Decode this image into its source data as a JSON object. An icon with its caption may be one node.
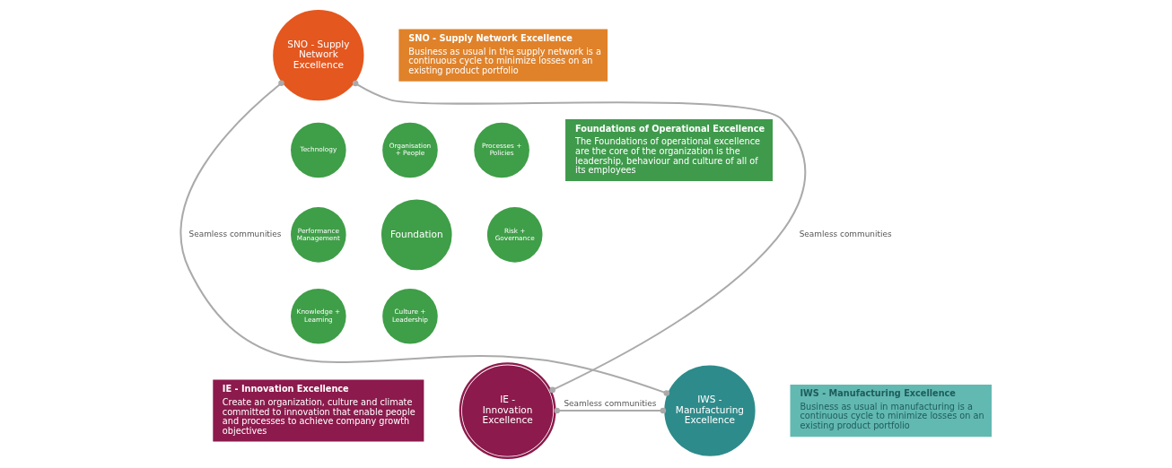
{
  "diagram": {
    "nodes": [
      {
        "text": [
          "SNO - Supply Network Excellence"
        ]
      },
      {
        "text": [
          "SNO - Supply Network Excellence",
          "Business as usual in the supply network is a continuous cycle to minimize losses on an existing product portfolio"
        ]
      },
      {
        "text": [
          "Foundations of Operational Excellence",
          "The Foundations of operational excellence are the core of the organization is the leadership, behaviour and culture of all of its employees"
        ]
      },
      {
        "text": [
          "IE - Innovation Excellence",
          "Create an organization, culture and climate committed to innovation that enable people and processes to achieve company growth objectives"
        ]
      },
      {
        "text": [
          "IE - Innovation Excellence"
        ]
      },
      {
        "text": [
          "IWS - Manufacturing Excellence"
        ]
      },
      {
        "text": [
          "IWS - Manufacturing Excellence",
          "Business as usual in manufacturing is a continuous cycle to minimize losses on an existing product portfolio"
        ]
      },
      {
        "text": [
          "Organisation + People"
        ]
      },
      {
        "text": [
          "Technology"
        ]
      },
      {
        "text": [
          "Processes + Policies"
        ]
      },
      {
        "text": [
          "Foundation"
        ]
      },
      {
        "text": [
          "Performance Management"
        ]
      },
      {
        "text": [
          "Risk + Governance"
        ]
      },
      {
        "text": [
          "Knowledge + Learning"
        ]
      },
      {
        "text": [
          "Culture + Leadership"
        ]
      }
    ],
    "edges": [
      {
        "from": 4,
        "to": 0,
        "arrow": "other",
        "label": "Seamless communities"
      },
      {
        "from": 0,
        "to": 5,
        "arrow": "other",
        "label": "Seamless communities"
      },
      {
        "from": 4,
        "to": 5,
        "arrow": "other",
        "label": "Seamless communities"
      }
    ]
  }
}
